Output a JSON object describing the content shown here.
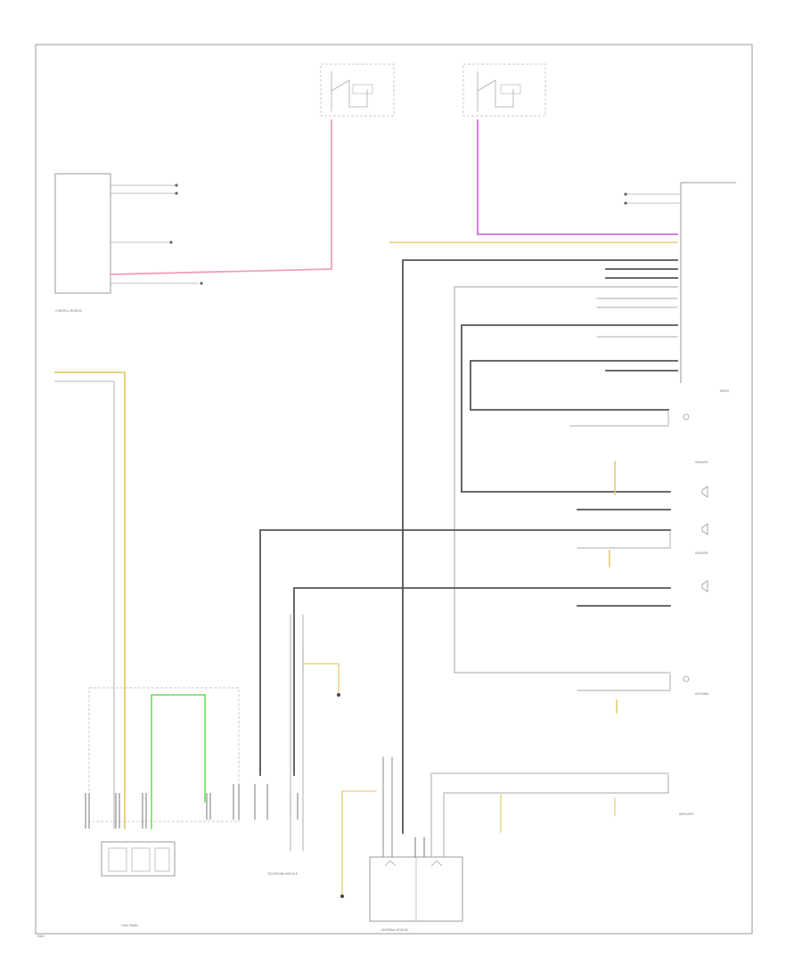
{
  "labels": {
    "corner": "DIAG",
    "comp_right_top": "RADIO",
    "lbl_front_spk": "SPEAKER",
    "lbl_rear_spk": "SPEAKER",
    "lbl_ant": "ANTENNA",
    "lbl_module": "ANTENNA MODULE",
    "lbl_fuse_panel": "FUSE PANEL",
    "lbl_ctrl_module": "CONTROL MODULE",
    "lbl_tel": "TELEPHONE MODULE",
    "lbl_amp": "AMPLIFIER"
  },
  "colors": {
    "pink": "#f0a0b8",
    "violet": "#d070e0",
    "yellow": "#e6cc70",
    "green": "#66dd55",
    "black": "#555555",
    "gray": "#b5b5b5"
  }
}
